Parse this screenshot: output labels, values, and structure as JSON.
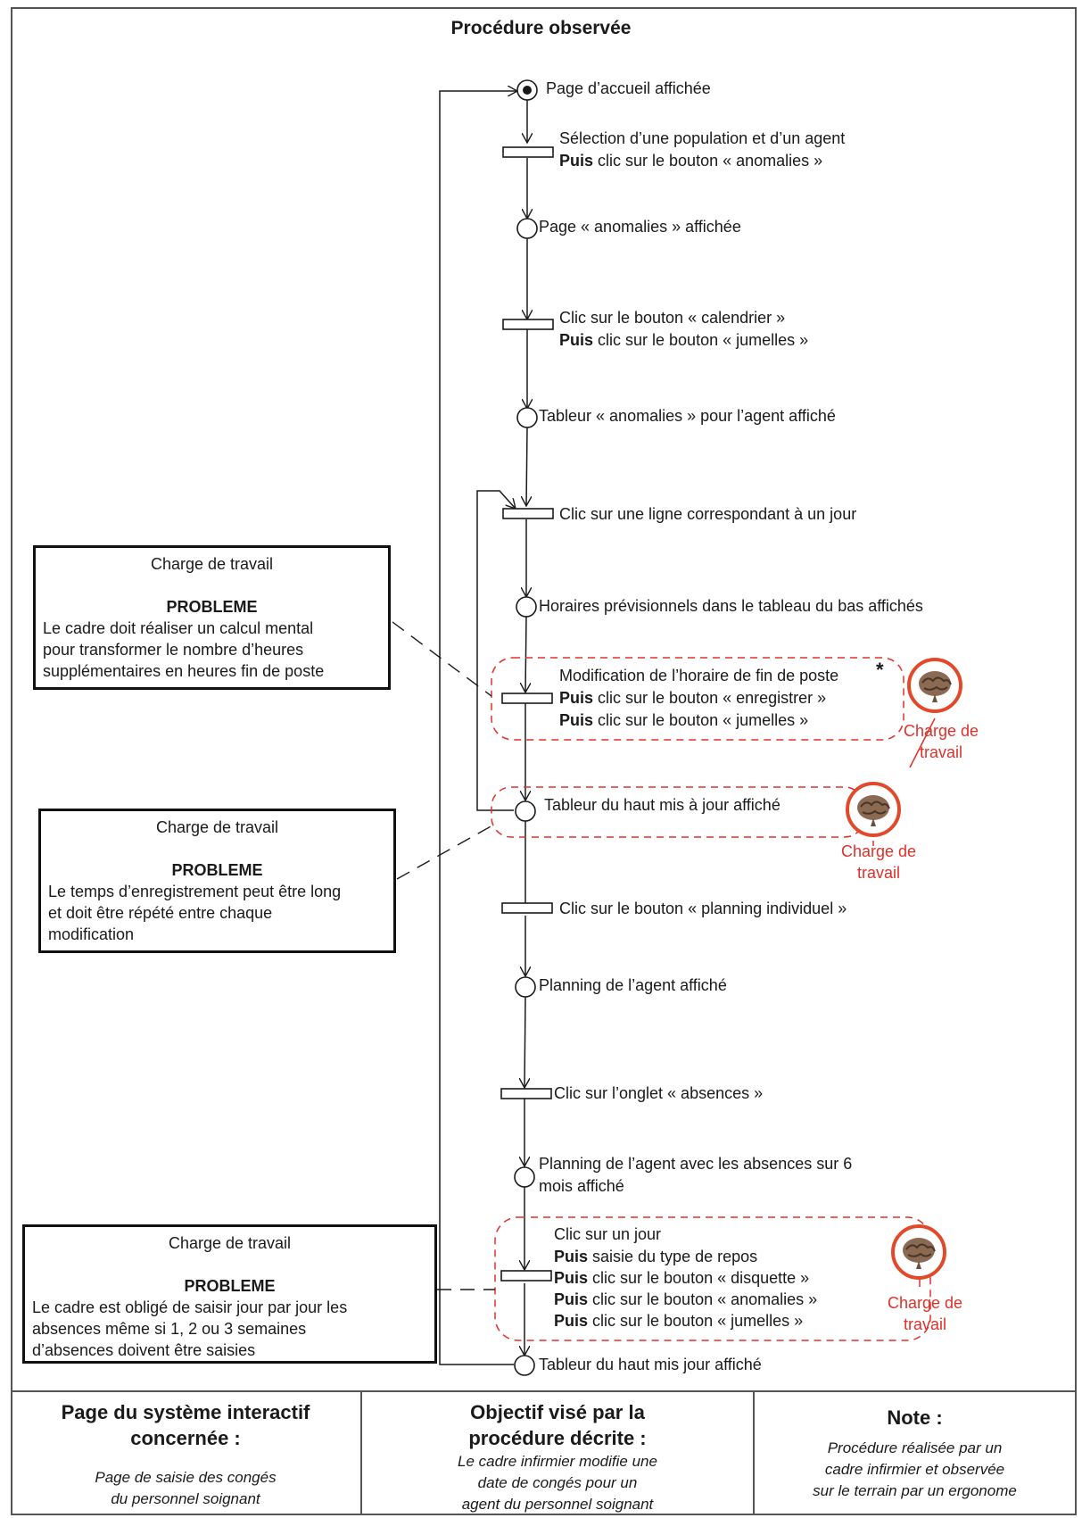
{
  "title": "Procédure observée",
  "steps": {
    "s1": "Page d’accueil affichée",
    "t1a": "Sélection d’une population et d’un agent",
    "t1b_bold": "Puis",
    "t1b": " clic sur le bouton « anomalies »",
    "s2": "Page « anomalies » affichée",
    "t2a": "Clic sur le bouton « calendrier »",
    "t2b_bold": "Puis",
    "t2b": " clic sur le bouton « jumelles »",
    "s3": "Tableur « anomalies » pour l’agent affiché",
    "t3": "Clic sur une ligne correspondant à un jour",
    "s4": "Horaires prévisionnels dans le tableau du bas affichés",
    "t4a": "Modification de l’horaire de fin de poste",
    "t4_star": "*",
    "t4b_bold": "Puis",
    "t4b": " clic sur le bouton « enregistrer »",
    "t4c_bold": "Puis",
    "t4c": " clic sur le bouton « jumelles »",
    "s5": "Tableur du haut mis à jour affiché",
    "t5": "Clic sur le bouton « planning individuel »",
    "s6": "Planning de l’agent affiché",
    "t6": "Clic sur l’onglet « absences »",
    "s7a": "Planning de l’agent avec les absences sur 6",
    "s7b": "mois affiché",
    "t7a": "Clic sur un jour",
    "t7b_bold": "Puis",
    "t7b": " saisie du type de repos",
    "t7c_bold": "Puis",
    "t7c": " clic sur le bouton « disquette »",
    "t7d_bold": "Puis",
    "t7d": " clic sur le bouton « anomalies »",
    "t7e_bold": "Puis",
    "t7e": " clic sur le bouton « jumelles »",
    "s8": "Tableur du haut mis jour affiché"
  },
  "problems": [
    {
      "title": "Charge de travail",
      "head": "PROBLEME",
      "lines": [
        "Le cadre doit réaliser un calcul mental",
        "pour transformer le nombre d’heures",
        "supplémentaires en heures fin de poste"
      ]
    },
    {
      "title": "Charge de travail",
      "head": "PROBLEME",
      "lines": [
        "Le temps d’enregistrement peut être long",
        "et doit être répété entre chaque",
        "modification"
      ]
    },
    {
      "title": "Charge de travail",
      "head": "PROBLEME",
      "lines": [
        "Le cadre est obligé de saisir jour par jour les",
        "absences même si 1, 2 ou 3 semaines",
        "d’absences doivent être saisies"
      ]
    }
  ],
  "workload_labels": [
    [
      "Charge de",
      "travail"
    ],
    [
      "Charge de",
      "travail"
    ],
    [
      "Charge de",
      "travail"
    ]
  ],
  "footer": {
    "col1_head_a": "Page du système interactif",
    "col1_head_b": "concernée :",
    "col1_body_a": "Page de saisie des congés",
    "col1_body_b": "du personnel soignant",
    "col2_head_a": "Objectif visé par la",
    "col2_head_b": "procédure décrite :",
    "col2_body_a": "Le cadre infirmier modifie une",
    "col2_body_b": "date de congés pour un",
    "col2_body_c": "agent du personnel soignant",
    "col3_head": "Note :",
    "col3_body_a": "Procédure réalisée par un",
    "col3_body_b": "cadre infirmier et  observée",
    "col3_body_c": "sur le terrain par un ergonome"
  },
  "colors": {
    "highlight": "#e0302a",
    "ink": "#1a1a1a",
    "brain_ring": "#e04a2a"
  }
}
